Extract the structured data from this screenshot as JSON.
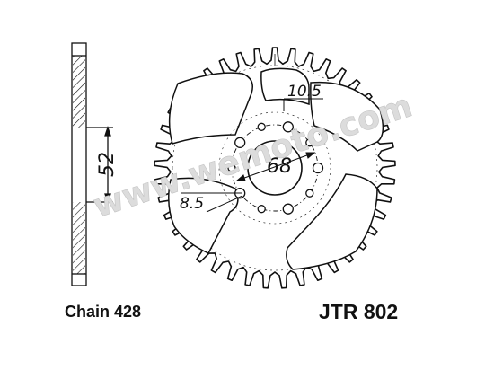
{
  "watermark": "www.wemoto.com",
  "dimensions": {
    "bolt_hole": "10.5",
    "pcd": "68",
    "center_bore": "8.5",
    "thickness": "52"
  },
  "labels": {
    "chain": "Chain 428",
    "part_number": "JTR 802"
  },
  "sprocket": {
    "teeth": 41
  },
  "colors": {
    "line": "#111111",
    "watermark": "#d6d6d6"
  }
}
